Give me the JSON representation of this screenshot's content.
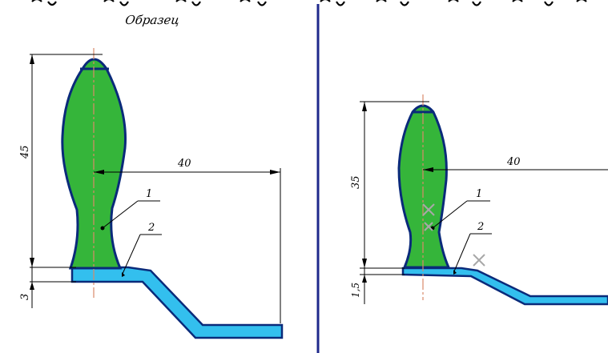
{
  "header_title": "Образец",
  "left_drawing": {
    "dim_height": "45",
    "dim_width": "40",
    "dim_base": "3",
    "leader_1": "1",
    "leader_2": "2",
    "body_color": "#35b53a",
    "base_color": "#33bfee"
  },
  "right_drawing": {
    "dim_height": "35",
    "dim_width": "40",
    "dim_base": "1,5",
    "leader_1": "1",
    "leader_2": "2",
    "body_color": "#35b53a",
    "base_color": "#33bfee"
  },
  "divider_color": "#1f2a8c",
  "icons": [
    "cross-mark-icon"
  ]
}
